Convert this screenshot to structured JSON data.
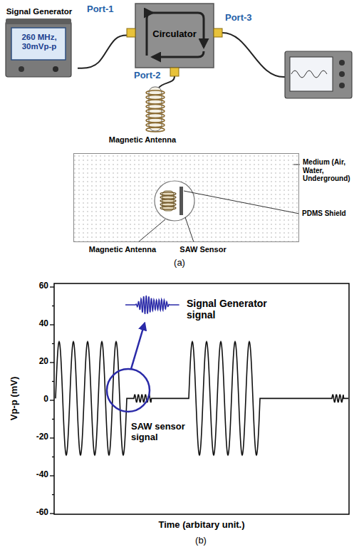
{
  "diagram": {
    "nodes": [
      {
        "text": [
          "Signal Generator",
          "260 MHz, 30mVp-p"
        ]
      },
      {
        "text": [
          "Circulator"
        ]
      },
      {
        "text": [
          "Medium (Air, Water, Underground)"
        ]
      }
    ],
    "edges": [
      {
        "from": 0,
        "to": 1,
        "arrow": "none"
      }
    ],
    "labels": [
      "Port-1",
      "Port-2",
      "Port-3",
      "Magnetic Antenna",
      "PDMS Shield",
      "Magnetic Antenna",
      "SAW Sensor",
      "(a)",
      "60",
      "40",
      "20",
      "0",
      "-20",
      "-40",
      "-60",
      "Vp-p (mV)",
      "Time (arbitary unit.)",
      "Signal Generator signal",
      "SAW sensor signal",
      "(b)"
    ]
  }
}
